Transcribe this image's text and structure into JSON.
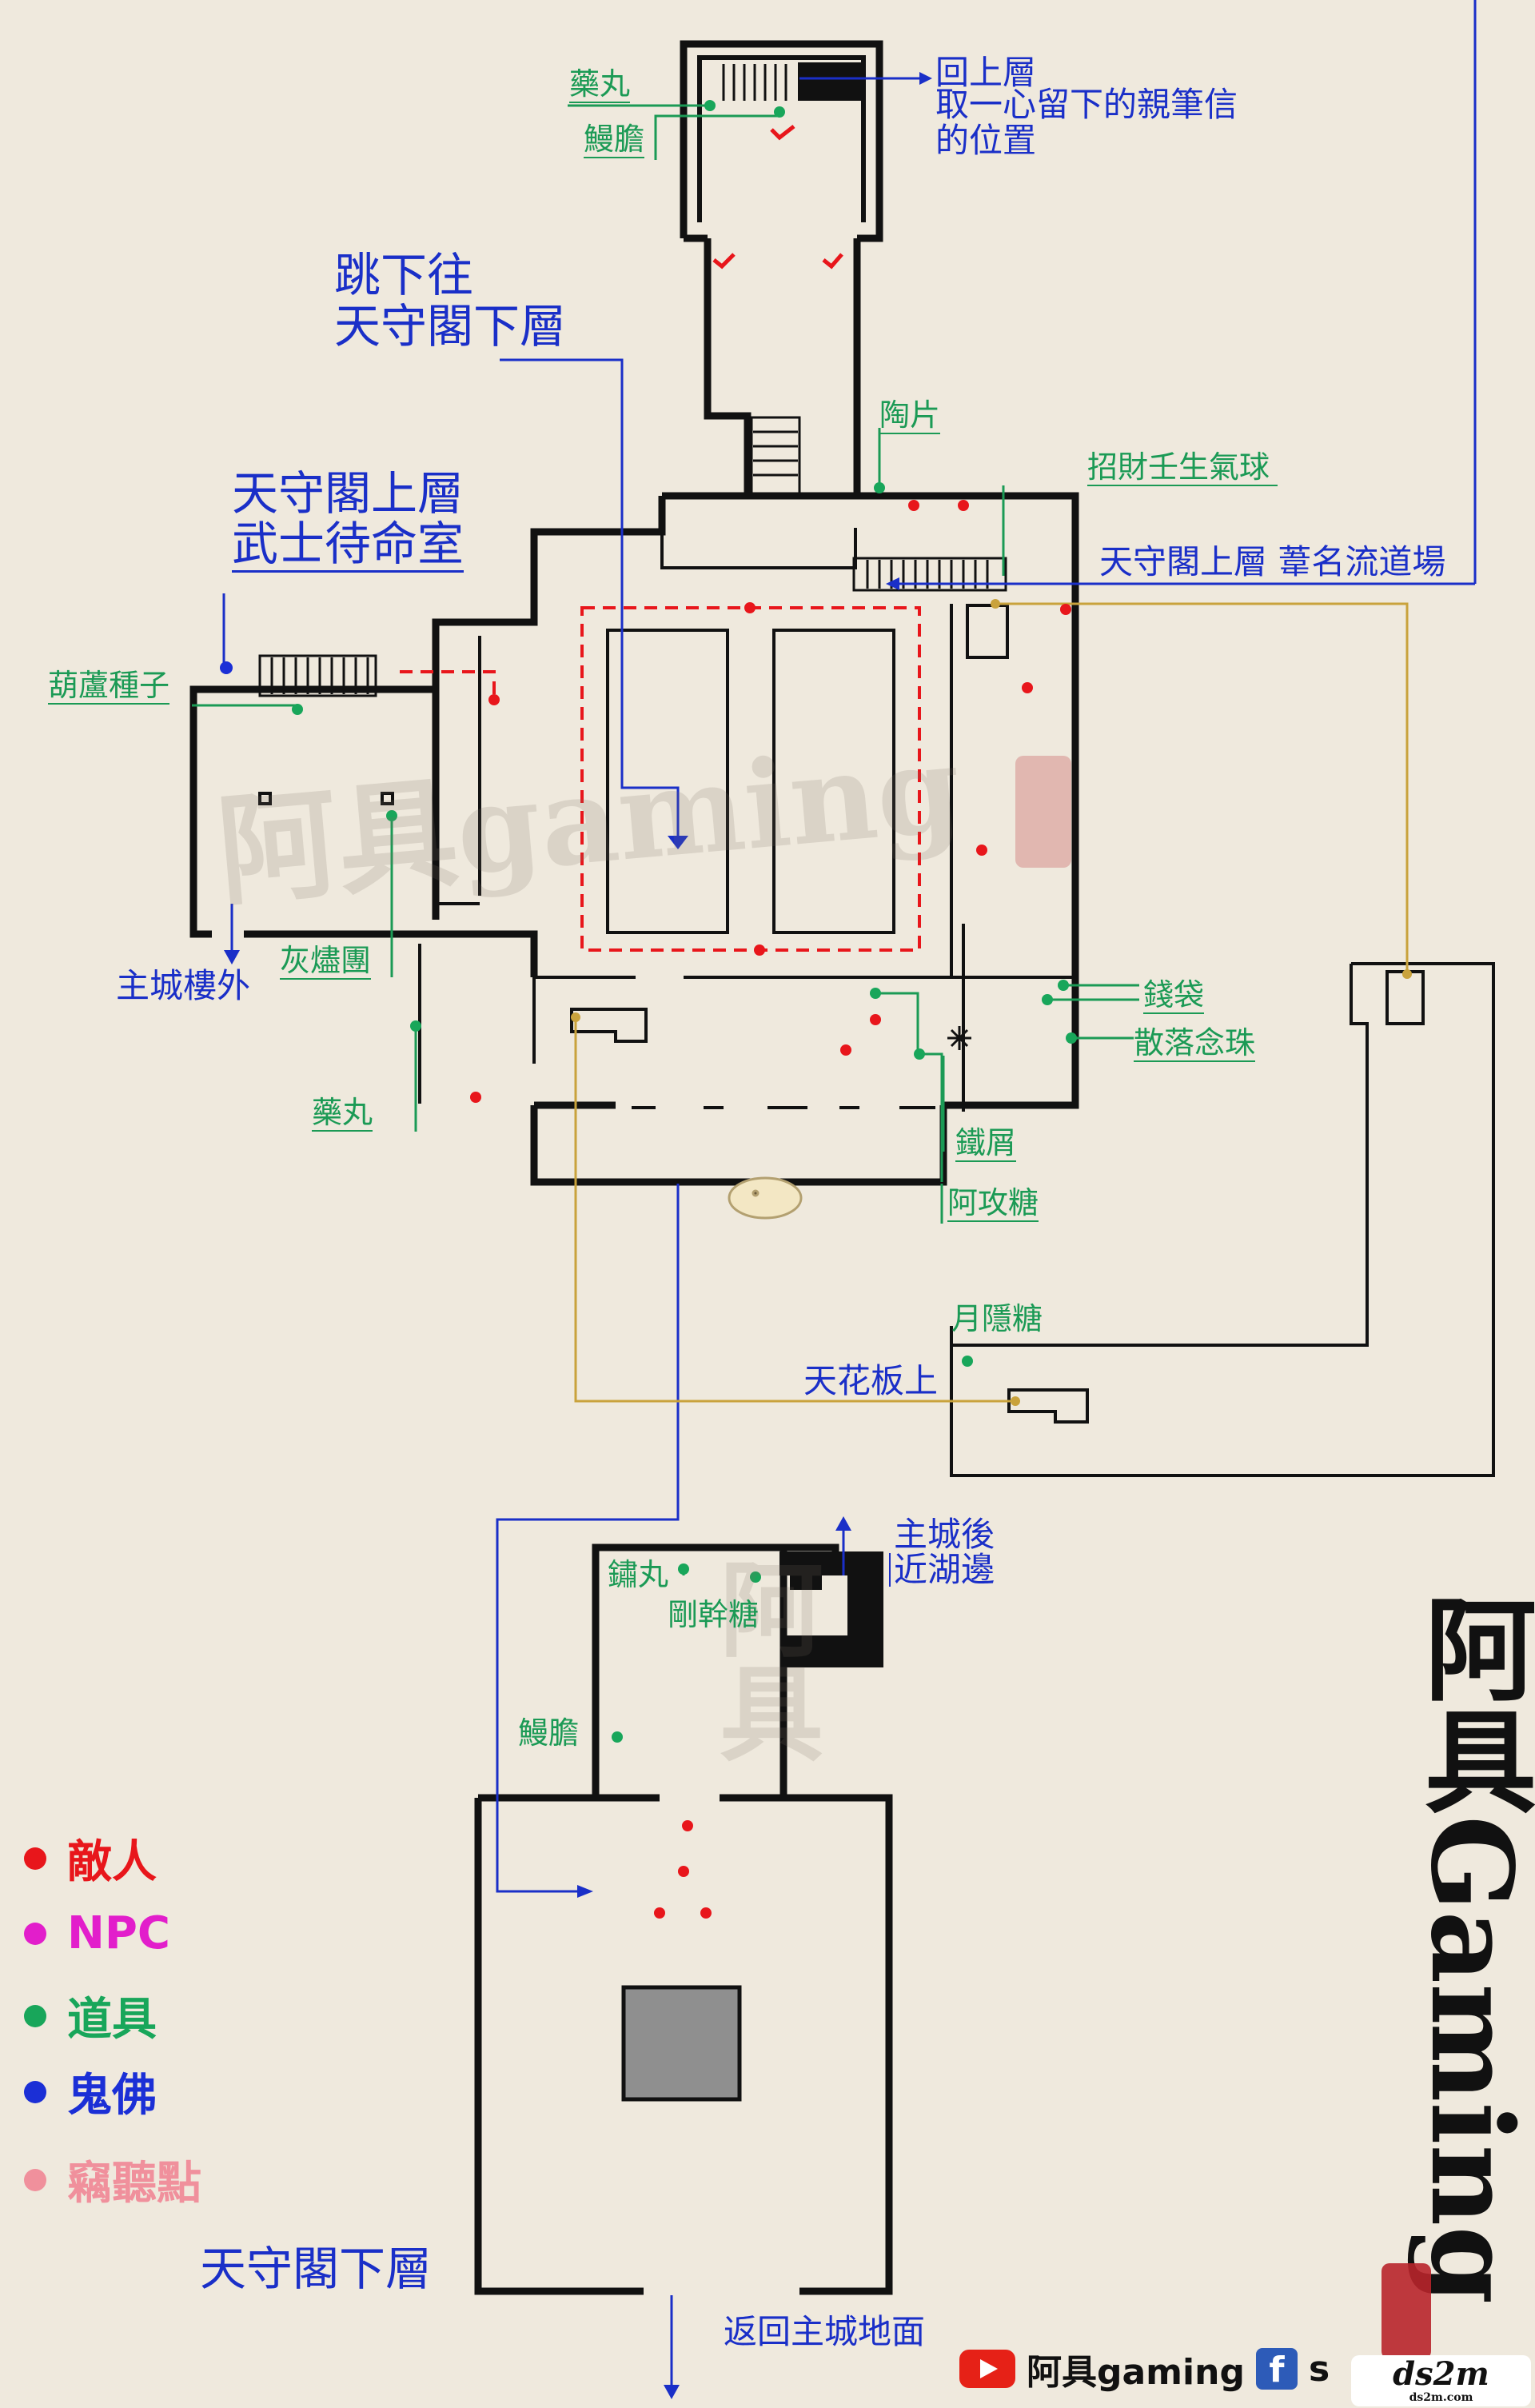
{
  "labels": {
    "top_medicine": "藥丸",
    "eel_liver": "鰻膽",
    "back_up": "回上層",
    "letter_1": "取一心留下的親筆信",
    "letter_2": "的位置",
    "jump_1": "跳下往",
    "jump_2": "天守閣下層",
    "upper_1": "天守閣上層",
    "upper_2": "武士待命室",
    "shard": "陶片",
    "fortune": "招財壬生氣球",
    "dojo": "天守閣上層  葦名流道場",
    "gourd": "葫蘆種子",
    "outside": "主城樓外",
    "ash": "灰燼團",
    "medicine": "藥丸",
    "money": "錢袋",
    "beads": "散落念珠",
    "scrap": "鐵屑",
    "attack_candy": "阿攻糖",
    "moon_candy": "月隱糖",
    "ceiling": "天花板上",
    "behind_1": "主城後",
    "behind_2": "近湖邊",
    "pellet": "鏽丸",
    "steel_candy": "剛幹糖",
    "lower_eel": "鰻膽",
    "lower_floor": "天守閣下層",
    "return": "返回主城地面"
  },
  "legend": [
    {
      "label": "敵人",
      "color": "#e8161b"
    },
    {
      "label": "NPC",
      "color": "#e21ecb"
    },
    {
      "label": "道具",
      "color": "#18a65a"
    },
    {
      "label": "鬼佛",
      "color": "#1b2fd6"
    },
    {
      "label": "竊聽點",
      "color": "#f0909c"
    }
  ],
  "watermark": {
    "upper": "阿具gaming",
    "lower": "阿具"
  },
  "brand": {
    "vertical": "阿具Gaming",
    "footer_name": "阿具gaming",
    "footer_tail": "s",
    "site": "ds2m",
    "site_small": "ds2m.com"
  },
  "colors": {
    "enemy": "#e8161b",
    "item": "#18a65a",
    "buddha": "#1b2fd6",
    "ceiling_path": "#c9a23c",
    "wall": "#111111"
  }
}
